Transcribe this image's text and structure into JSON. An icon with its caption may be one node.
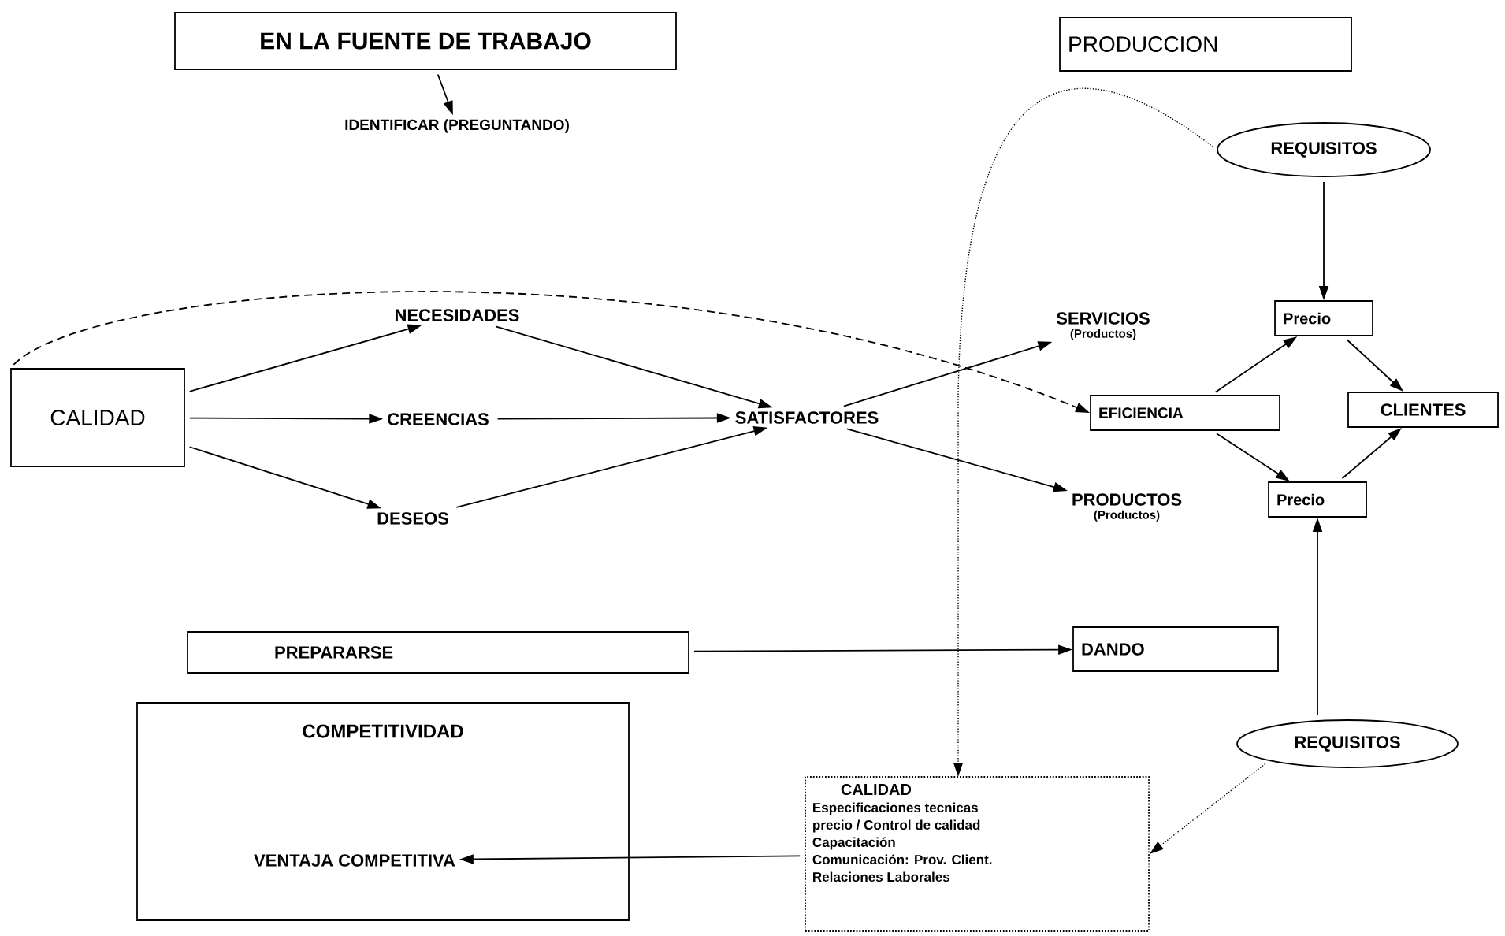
{
  "diagram": {
    "nodes": [
      {
        "text": [
          "EN LA FUENTE DE TRABAJO"
        ]
      },
      {
        "text": [
          "IDENTIFICAR (PREGUNTANDO)"
        ]
      },
      {
        "text": [
          "PRODUCCION"
        ]
      },
      {
        "text": [
          "REQUISITOS"
        ]
      },
      {
        "text": [
          "CALIDAD"
        ]
      },
      {
        "text": [
          "NECESIDADES"
        ]
      },
      {
        "text": [
          "CREENCIAS"
        ]
      },
      {
        "text": [
          "DESEOS"
        ]
      },
      {
        "text": [
          "SATISFACTORES"
        ]
      },
      {
        "text": [
          "SERVICIOS",
          "(Productos)"
        ]
      },
      {
        "text": [
          "Precio"
        ]
      },
      {
        "text": [
          "EFICIENCIA"
        ]
      },
      {
        "text": [
          "CLIENTES"
        ]
      },
      {
        "text": [
          "PRODUCTOS",
          "(Productos)"
        ]
      },
      {
        "text": [
          "Precio"
        ]
      },
      {
        "text": [
          "PREPARARSE"
        ]
      },
      {
        "text": [
          "DANDO"
        ]
      },
      {
        "text": [
          "COMPETITIVIDAD"
        ]
      },
      {
        "text": [
          "VENTAJA COMPETITIVA"
        ],
        "in": 17
      },
      {
        "text": [
          "REQUISITOS"
        ]
      },
      {
        "text": [
          "CALIDAD",
          "Especificaciones tecnicas",
          "precio / Control de calidad",
          "Capacitación",
          "Comunicación: Prov. Client.",
          "Relaciones Laborales"
        ]
      }
    ],
    "edges": [
      {
        "from": 0,
        "to": 1,
        "arrow": "to"
      },
      {
        "from": 4,
        "to": 5,
        "arrow": "to"
      },
      {
        "from": 4,
        "to": 6,
        "arrow": "to"
      },
      {
        "from": 4,
        "to": 7,
        "arrow": "to"
      },
      {
        "from": 5,
        "to": 8,
        "arrow": "to"
      },
      {
        "from": 6,
        "to": 8,
        "arrow": "to"
      },
      {
        "from": 7,
        "to": 8,
        "arrow": "to"
      },
      {
        "from": 4,
        "to": 11,
        "arrow": "to",
        "style": "dashed"
      },
      {
        "from": 8,
        "to": 9,
        "arrow": "to"
      },
      {
        "from": 8,
        "to": 13,
        "arrow": "to"
      },
      {
        "from": 3,
        "to": 10,
        "arrow": "to"
      },
      {
        "from": 11,
        "to": 10,
        "arrow": "to"
      },
      {
        "from": 11,
        "to": 14,
        "arrow": "to"
      },
      {
        "from": 10,
        "to": 12,
        "arrow": "to"
      },
      {
        "from": 14,
        "to": 12,
        "arrow": "to"
      },
      {
        "from": 15,
        "to": 16,
        "arrow": "to"
      },
      {
        "from": 19,
        "to": 14,
        "arrow": "to"
      },
      {
        "from": 19,
        "to": 20,
        "arrow": "to",
        "style": "dashed"
      },
      {
        "from": 3,
        "to": 20,
        "arrow": "to",
        "style": "dashed"
      },
      {
        "from": 20,
        "to": 18,
        "arrow": "to"
      }
    ]
  }
}
